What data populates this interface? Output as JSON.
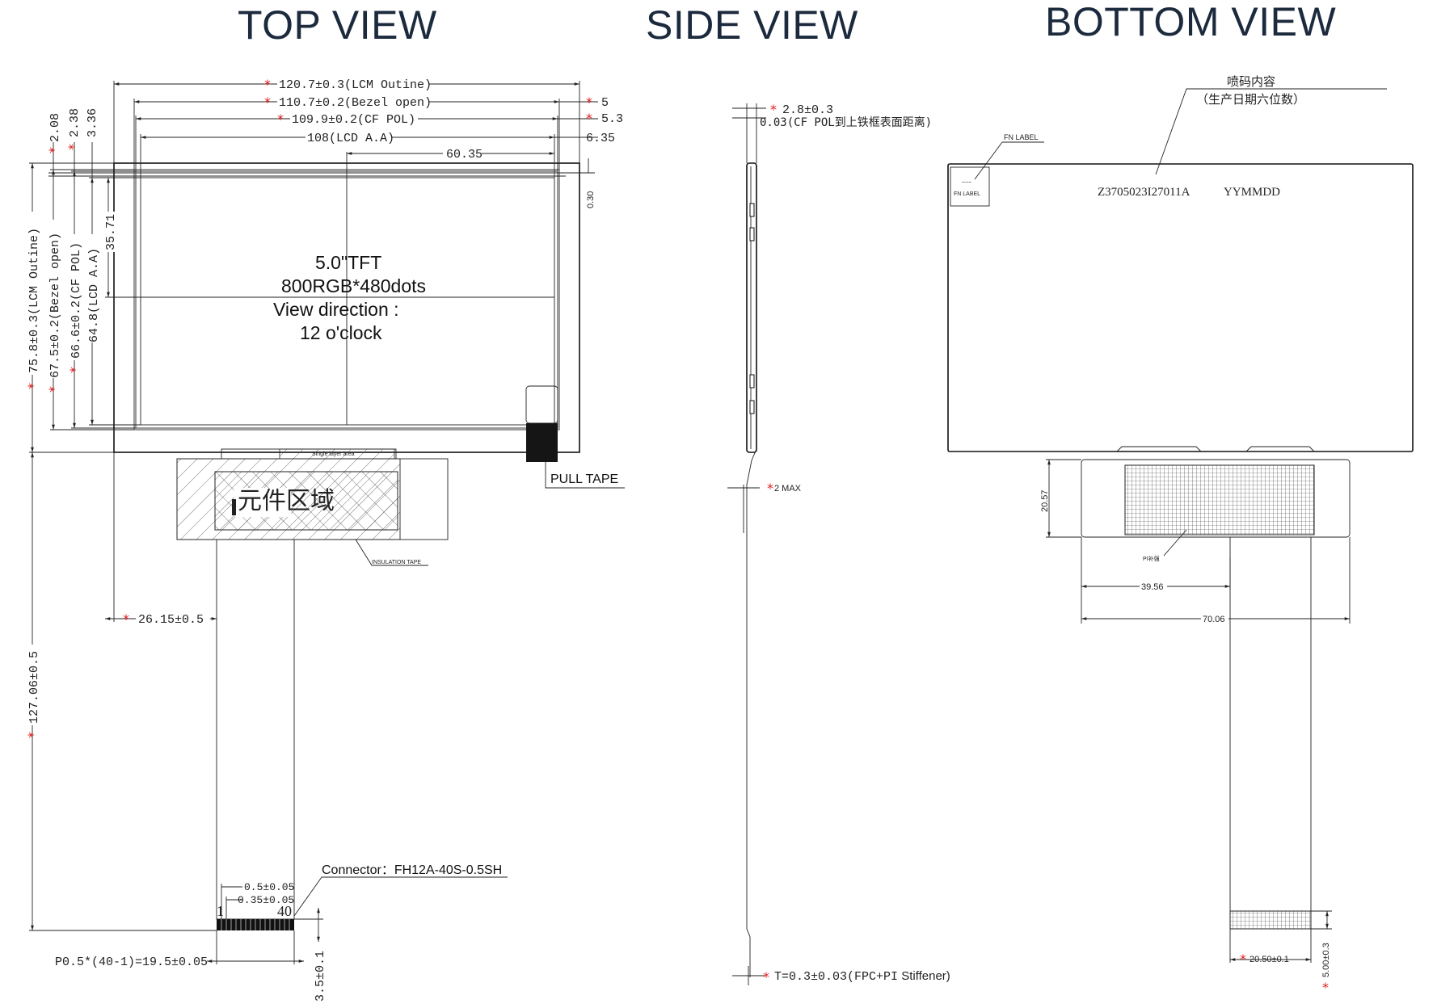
{
  "headers": {
    "top": "TOP VIEW",
    "side": "SIDE VIEW",
    "bottom": "BOTTOM VIEW"
  },
  "top_view": {
    "dims": {
      "lcm_width": "120.7±0.3(LCM Outine)",
      "bezel_width": "110.7±0.2(Bezel open)",
      "pol_width": "109.9±0.2(CF POL)",
      "aa_width": "108(LCD A.A)",
      "aa_half": "60.35",
      "right_5": "5",
      "right_53": "5.3",
      "right_635": "6.35",
      "right_030": "0.30",
      "left_208": "2.08",
      "left_238": "2.38",
      "left_336": "3.36",
      "lcm_height": "75.8±0.3(LCM Outine)",
      "bezel_height": "67.5±0.2(Bezel open)",
      "pol_height": "66.6±0.2(CF POL)",
      "aa_height": "64.8(LCD A.A)",
      "aa_half_h": "35.71",
      "fpc_offset": "26.15±0.5",
      "total_length": "127.06±0.5",
      "pin_w": "0.5±0.05",
      "pin_gap": "0.35±0.05",
      "pitch": "P0.5*(40-1)=19.5±0.05",
      "tail": "3.5±0.1"
    },
    "lcd": {
      "line1": "5.0\"TFT",
      "line2": "800RGB*480dots",
      "line3": "View direction :",
      "line4": "12 o'clock"
    },
    "pull_tape": "PULL TAPE",
    "component_area": "元件区域",
    "insulation_tape": "INSULATION TAPE",
    "single_layer": "Single layer area",
    "connector": "Connector：FH12A-40S-0.5SH",
    "pin1": "1",
    "pin40": "40"
  },
  "side_view": {
    "thickness": "2.8±0.3",
    "gap": "0.03(CF POL到上铁框表面距离)",
    "max": "2 MAX",
    "fpc_prefix": "T=0.3±0.03(FPC+PI",
    "fpc_suffix": " Stiffener)"
  },
  "bottom_view": {
    "spray_line1": "喷码内容",
    "spray_line2": "（生产日期六位数）",
    "fn_label": "FN LABEL",
    "code": "Z3705023I27011A",
    "date": "YYMMDD",
    "pi_label": "PI补强",
    "dim_2057": "20.57",
    "dim_3956": "39.56",
    "dim_7006": "70.06",
    "dim_2050": "20.50±0.1",
    "dim_500": "5.00±0.3"
  }
}
